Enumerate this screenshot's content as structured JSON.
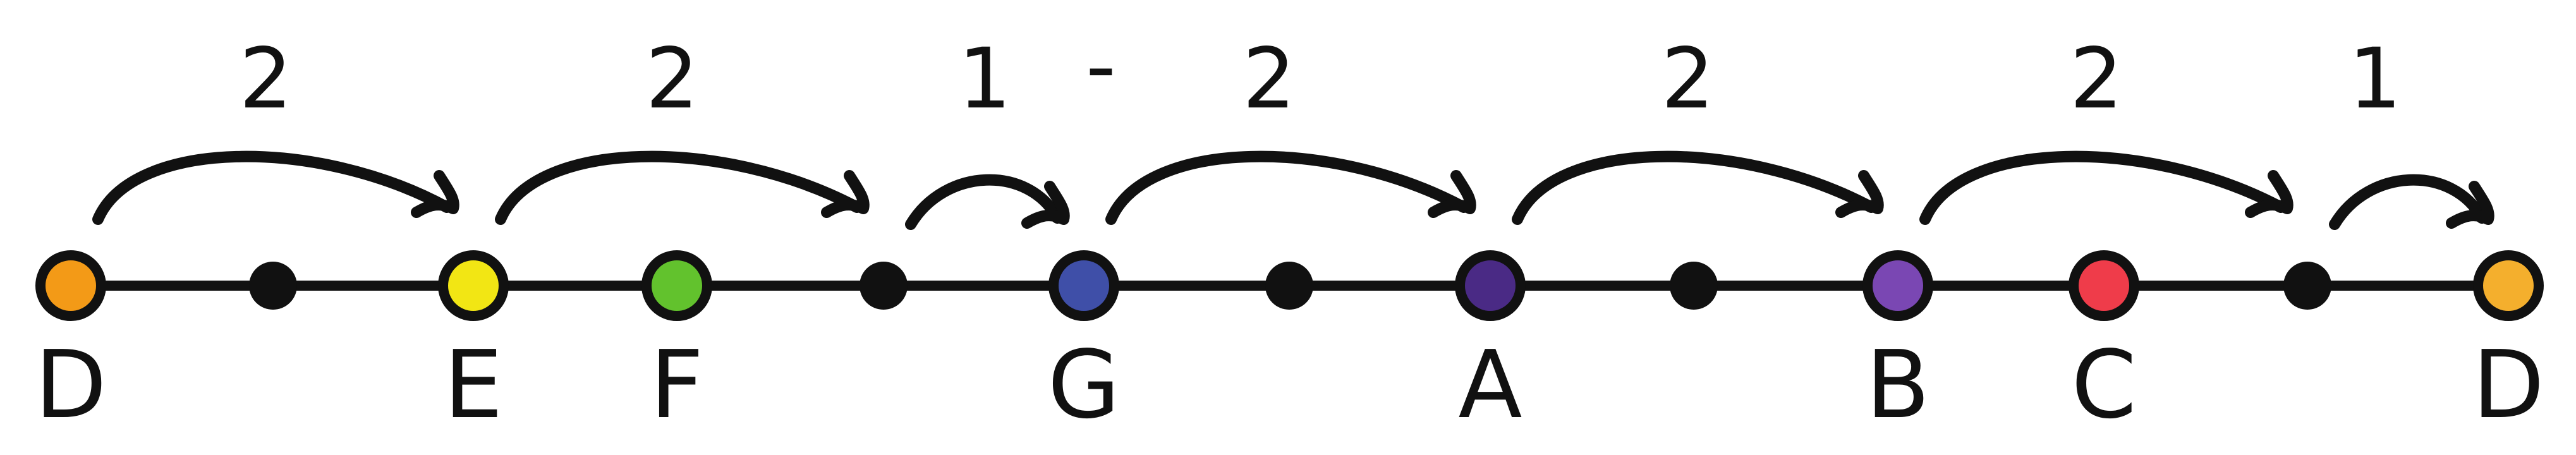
{
  "colors": {
    "ink": "#111111",
    "background": "#ffffff"
  },
  "steps": [
    {
      "kind": "note",
      "letter": "D",
      "color": "#f39a17"
    },
    {
      "kind": "passing",
      "letter": "",
      "color": "#111111"
    },
    {
      "kind": "note",
      "letter": "E",
      "color": "#f2e614"
    },
    {
      "kind": "note",
      "letter": "F",
      "color": "#62c22d"
    },
    {
      "kind": "passing",
      "letter": "",
      "color": "#111111"
    },
    {
      "kind": "note",
      "letter": "G",
      "color": "#3f4fa8"
    },
    {
      "kind": "passing",
      "letter": "",
      "color": "#111111"
    },
    {
      "kind": "note",
      "letter": "A",
      "color": "#4a2a85"
    },
    {
      "kind": "passing",
      "letter": "",
      "color": "#111111"
    },
    {
      "kind": "note",
      "letter": "B",
      "color": "#7a47b3"
    },
    {
      "kind": "note",
      "letter": "C",
      "color": "#ef3c4a"
    },
    {
      "kind": "passing",
      "letter": "",
      "color": "#111111"
    },
    {
      "kind": "note",
      "letter": "D",
      "color": "#f4af2d"
    }
  ],
  "intervals": [
    {
      "label": "2",
      "from": 0,
      "to": 2,
      "style": "large"
    },
    {
      "label": "2",
      "from": 2,
      "to": 4,
      "style": "large"
    },
    {
      "label": "1",
      "from": 4,
      "to": 5,
      "style": "small"
    },
    {
      "label": "-",
      "from": 5,
      "to": 5,
      "style": "separator"
    },
    {
      "label": "2",
      "from": 5,
      "to": 7,
      "style": "large"
    },
    {
      "label": "2",
      "from": 7,
      "to": 9,
      "style": "large"
    },
    {
      "label": "2",
      "from": 9,
      "to": 11,
      "style": "large"
    },
    {
      "label": "1",
      "from": 11,
      "to": 12,
      "style": "small"
    }
  ]
}
